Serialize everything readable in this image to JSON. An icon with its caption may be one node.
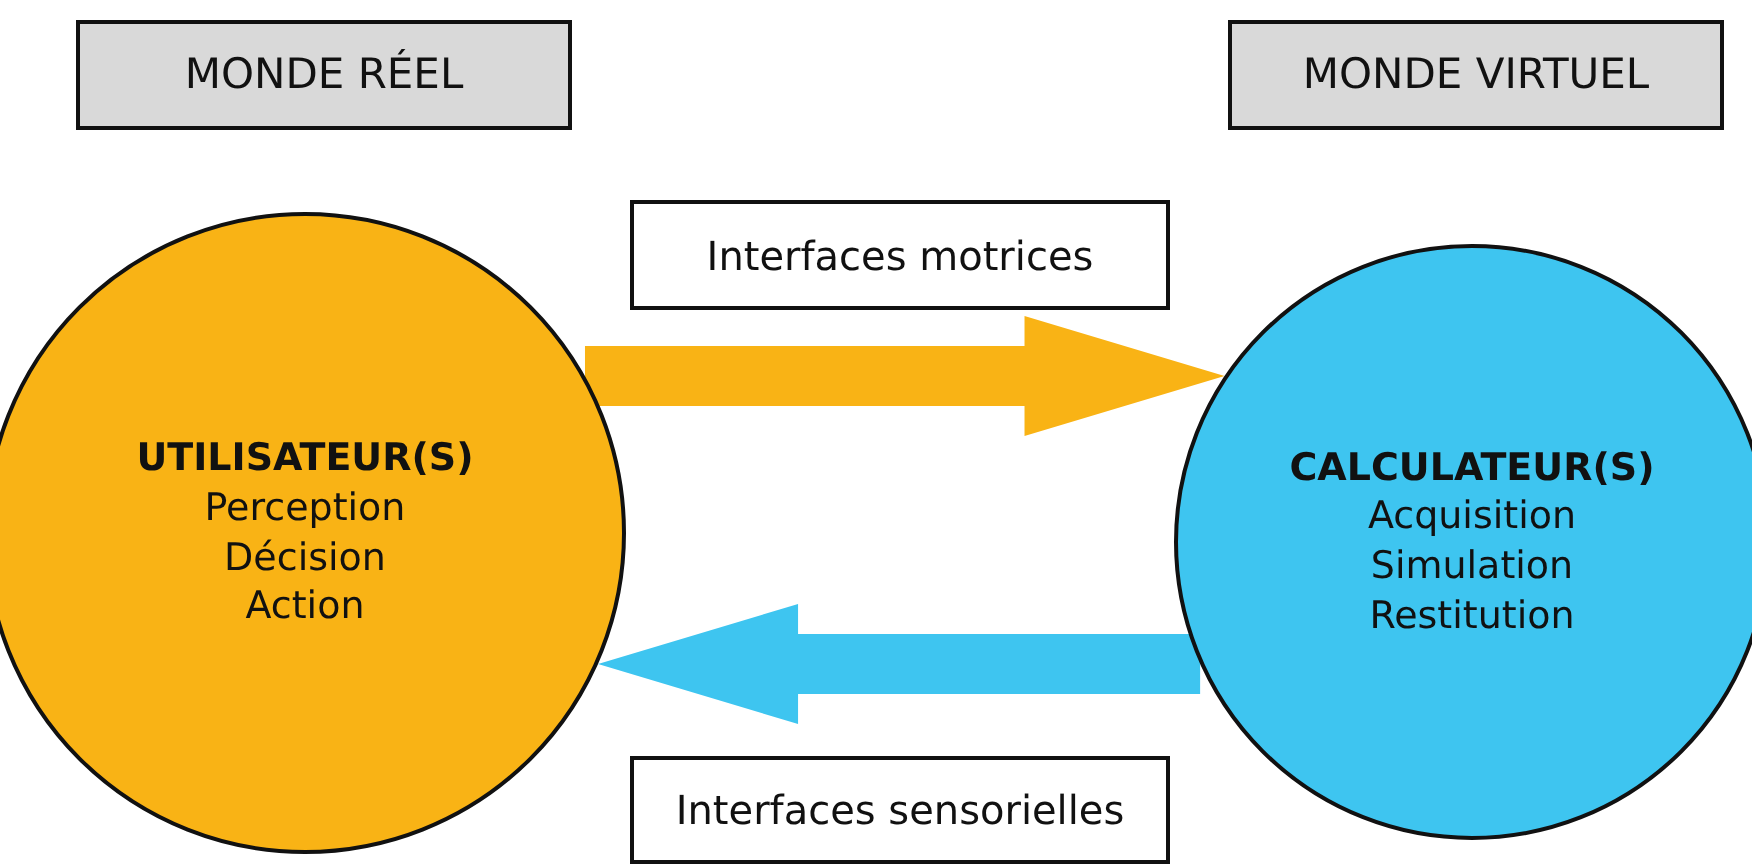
{
  "diagram": {
    "nodes": [
      {
        "text": [
          "MONDE RÉEL"
        ]
      },
      {
        "text": [
          "MONDE VIRTUEL"
        ]
      },
      {
        "text": [
          "Interfaces motrices"
        ]
      },
      {
        "text": [
          "UTILISATEUR(S)",
          "Perception",
          "Décision",
          "Action"
        ]
      },
      {
        "text": [
          "CALCULATEUR(S)",
          "Acquisition",
          "Simulation",
          "Restitution"
        ]
      },
      {
        "text": [
          "Interfaces sensorielles"
        ]
      }
    ],
    "edges": [
      {
        "from": 3,
        "to": 4,
        "arrow": "to",
        "style": "thick",
        "color": "#f9b315"
      },
      {
        "from": 4,
        "to": 3,
        "arrow": "to",
        "style": "thick",
        "color": "#3ec5f0"
      }
    ]
  }
}
